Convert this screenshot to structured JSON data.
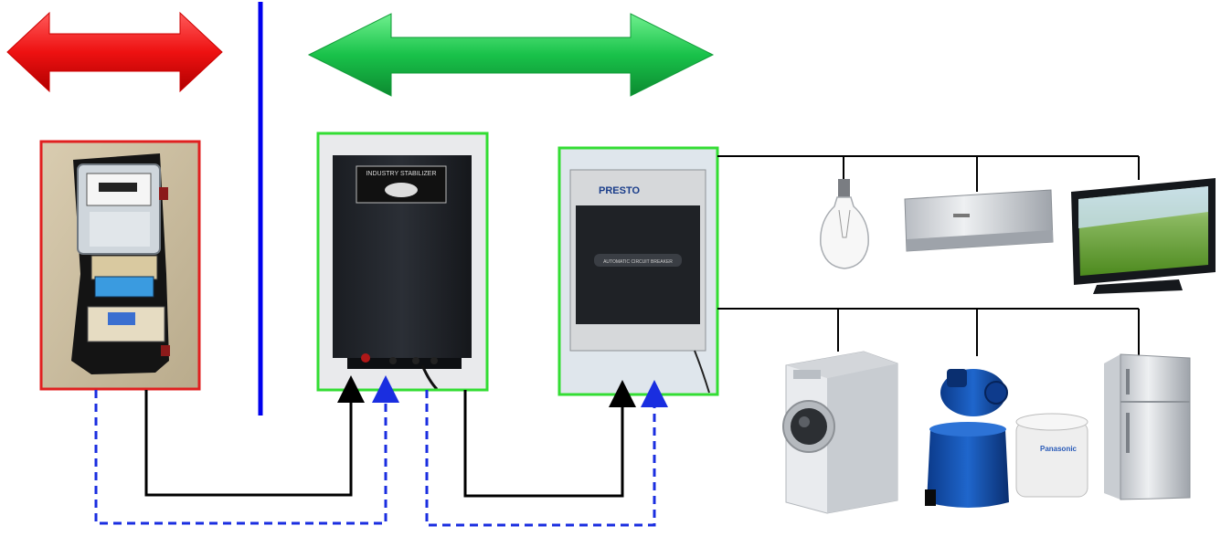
{
  "diagram": {
    "colors": {
      "utility_arrow": "#ee1111",
      "customer_arrow": "#19c24a",
      "boundary_line": "#0000ee",
      "utility_frame": "#e02020",
      "device_frame": "#33dd33",
      "power_wire": "#000000",
      "ground_wire": "#1a2ee0"
    },
    "devices": {
      "stabilizer_plate": "INDUSTRY STABILIZER",
      "breaker_brand": "PRESTO",
      "breaker_caption": "AUTOMATIC CIRCUIT BREAKER",
      "tank_brand": "Panasonic"
    },
    "appliances": [
      {
        "name": "light-bulb"
      },
      {
        "name": "air-conditioner"
      },
      {
        "name": "television"
      },
      {
        "name": "washing-machine"
      },
      {
        "name": "water-pump"
      },
      {
        "name": "refrigerator"
      }
    ]
  }
}
